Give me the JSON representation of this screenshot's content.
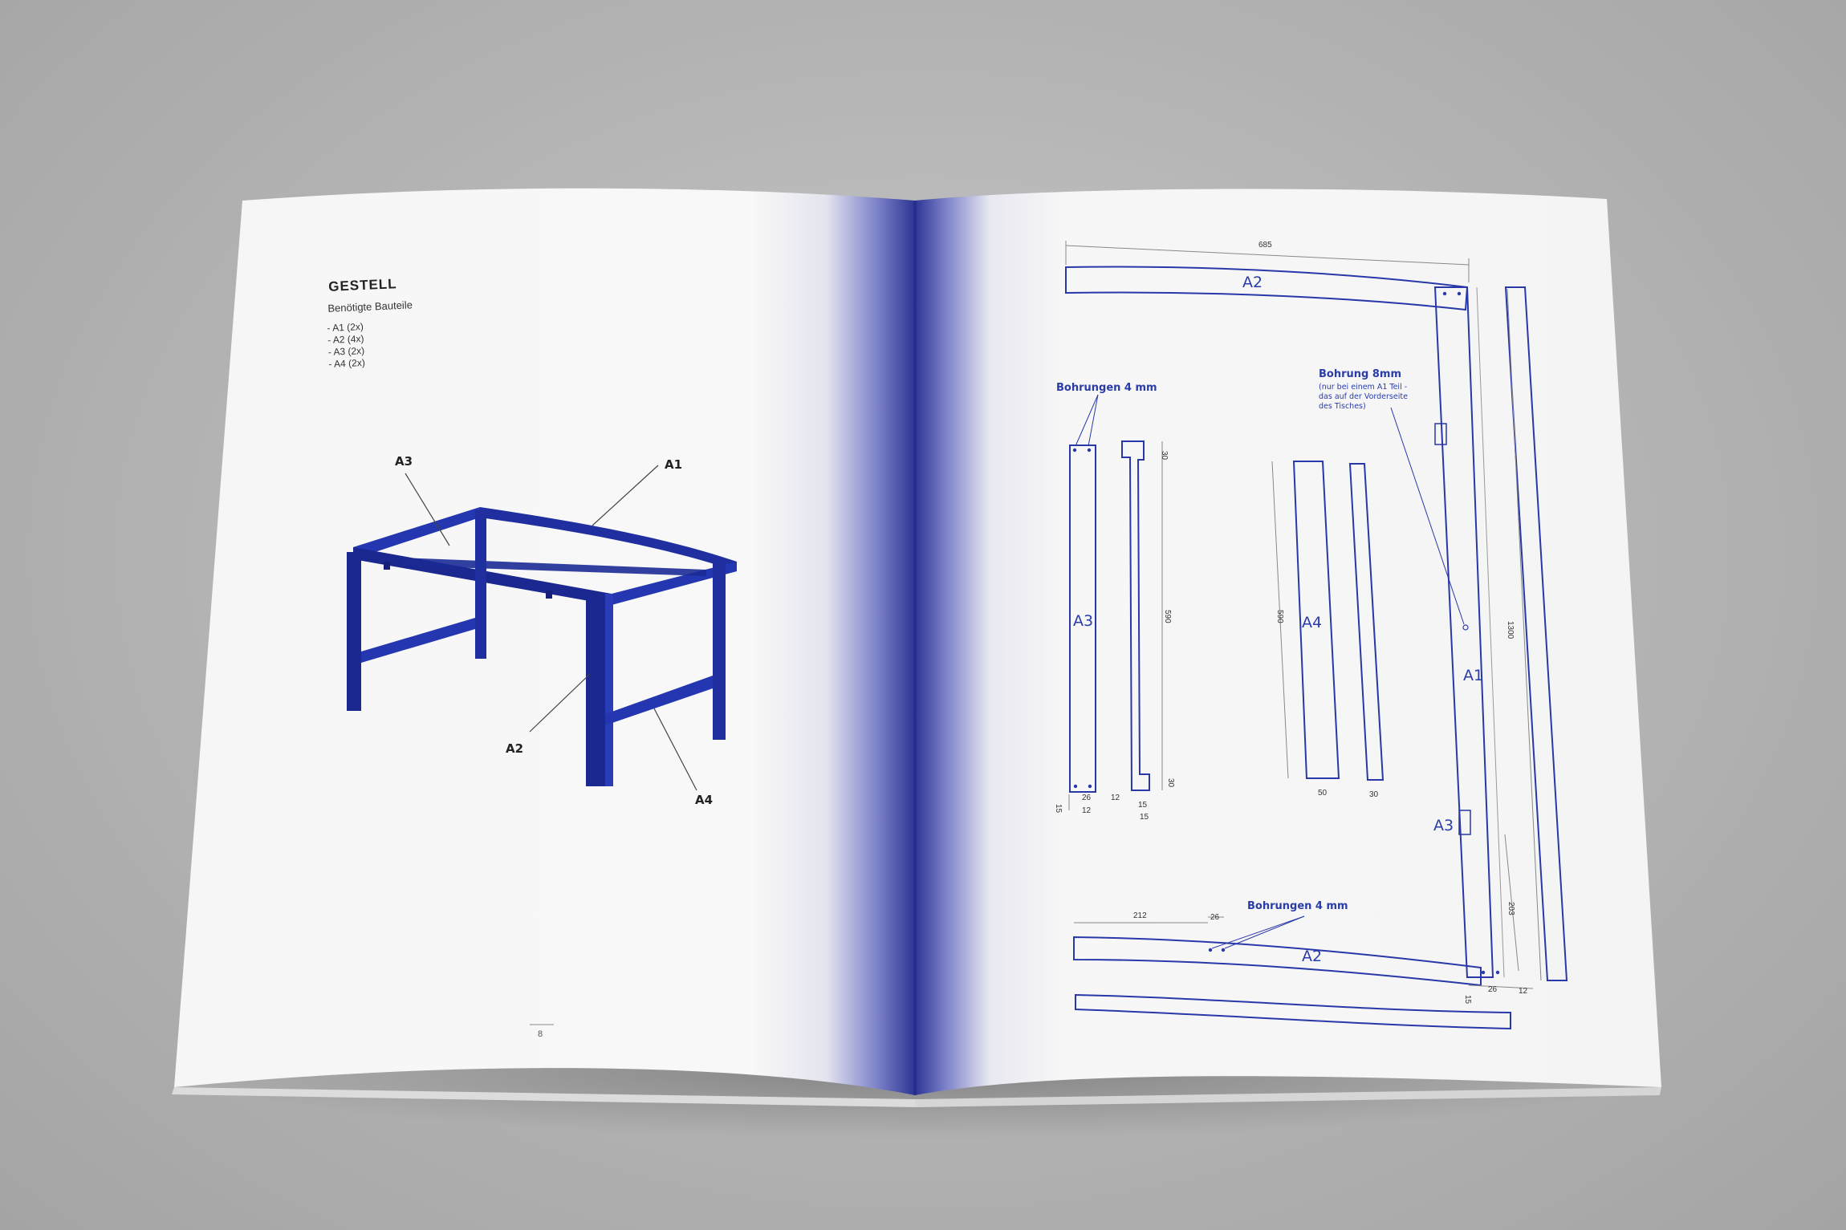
{
  "colors": {
    "blueprint": "#2838a8",
    "frame": "#1f2fa0",
    "spine": "#2a2f96",
    "paper": "#f7f7f7",
    "background": "#b6b6b6"
  },
  "left_page": {
    "title": "GESTELL",
    "subtitle": "Benötigte Bauteile",
    "parts": [
      "- A1 (2x)",
      "- A2 (4x)",
      "- A3 (2x)",
      "- A4 (2x)"
    ],
    "page_number": "8",
    "callouts": {
      "a1": "A1",
      "a2": "A2",
      "a3": "A3",
      "a4": "A4"
    }
  },
  "right_page": {
    "labels": {
      "a2_top": "A2",
      "a2_bottom": "A2",
      "a3_left": "A3",
      "a4": "A4",
      "a1": "A1",
      "a3_right": "A3"
    },
    "notes": {
      "bohrungen_left": "Bohrungen 4 mm",
      "bohrung_8mm": "Bohrung 8mm",
      "bohrung_8mm_line1": "(nur bei einem A1 Teil -",
      "bohrung_8mm_line2": "das auf der Vorderseite",
      "bohrung_8mm_line3": "des Tisches)",
      "bohrungen_bottom": "Bohrungen 4 mm"
    },
    "dimensions": {
      "d685": "685",
      "d30_top": "30",
      "d590_a3": "590",
      "d30_bot": "30",
      "d15_a": "15",
      "d26_a": "26",
      "d12_a": "12",
      "d12_b": "12",
      "d15_b": "15",
      "d15_c": "15",
      "d590_a4": "590",
      "d50": "50",
      "d30_a4": "30",
      "d1300": "1300",
      "d203": "203",
      "d212": "212",
      "d26_b": "26",
      "d15_d": "15",
      "d26_c": "26",
      "d12_c": "12"
    }
  }
}
